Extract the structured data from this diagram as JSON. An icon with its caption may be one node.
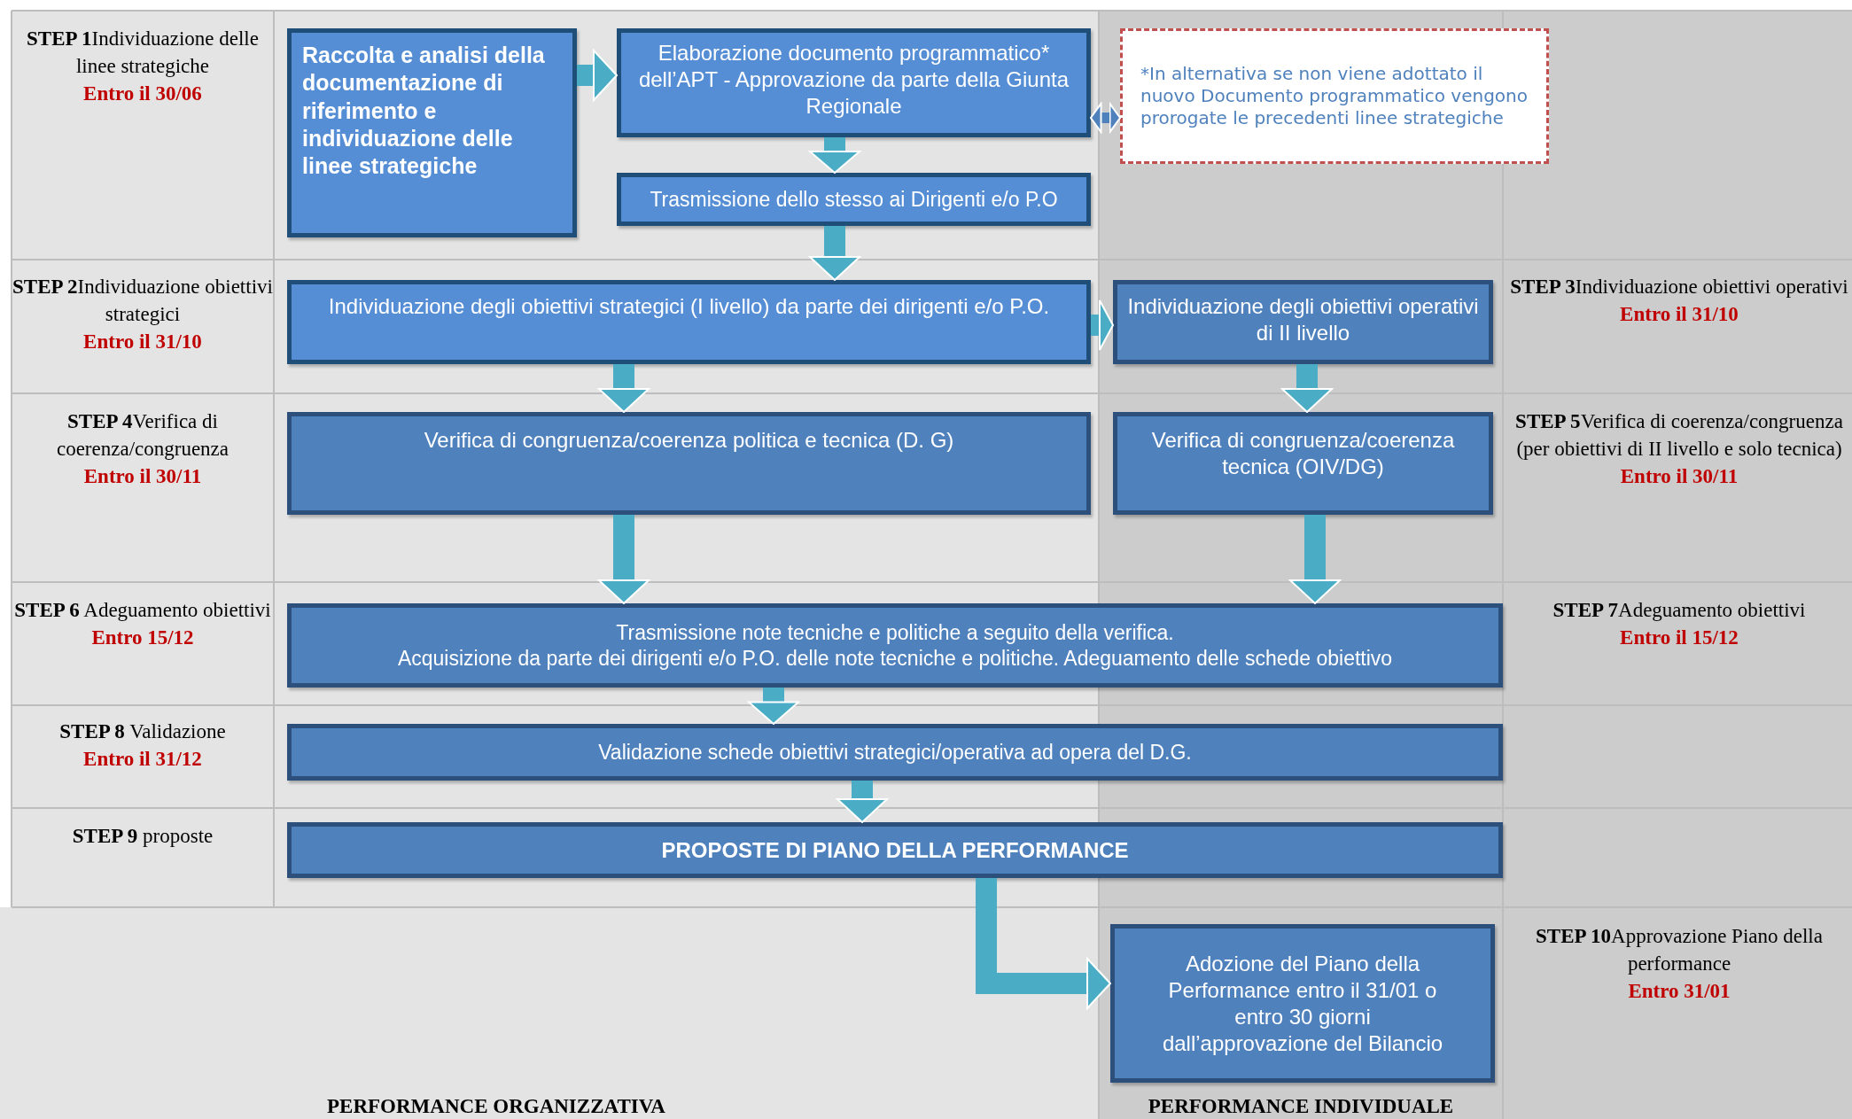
{
  "diagram": {
    "nodes": [
      {
        "text": [
          "Raccolta e analisi della documentazione di riferimento e individuazione delle linee strategiche"
        ]
      },
      {
        "text": [
          "Elaborazione documento programmatico* dell’APT - Approvazione da parte della Giunta Regionale"
        ]
      },
      {
        "text": [
          "*In alternativa se non viene adottato il nuovo Documento programmatico vengono prorogate le precedenti linee strategiche"
        ]
      },
      {
        "text": [
          "Trasmissione dello stesso ai Dirigenti e/o P.O"
        ]
      },
      {
        "text": [
          "Individuazione degli obiettivi strategici (I livello) da parte dei dirigenti e/o P.O."
        ]
      },
      {
        "text": [
          "Individuazione degli obiettivi operativi di II livello"
        ]
      },
      {
        "text": [
          "Verifica di congruenza/coerenza politica e tecnica (D. G)"
        ]
      },
      {
        "text": [
          "Verifica di congruenza/coerenza tecnica (OIV/DG)"
        ]
      },
      {
        "text": [
          "Trasmissione note tecniche e politiche a seguito della verifica.",
          "Acquisizione da parte dei dirigenti e/o P.O. delle note tecniche e politiche. Adeguamento delle schede obiettivo"
        ]
      },
      {
        "text": [
          "Validazione schede obiettivi strategici/operativa ad opera del D.G."
        ]
      },
      {
        "text": [
          "PROPOSTE DI PIANO DELLA PERFORMANCE"
        ]
      },
      {
        "text": [
          "Adozione del Piano della Performance entro il 31/01 o entro 30 giorni dall’approvazione del Bilancio"
        ]
      }
    ],
    "edges": [
      {
        "from": 0,
        "to": 1,
        "arrow": "to"
      },
      {
        "from": 1,
        "to": 2,
        "arrow": "both",
        "color": "#4f81bd"
      },
      {
        "from": 1,
        "to": 3,
        "arrow": "to"
      },
      {
        "from": 3,
        "to": 4,
        "arrow": "to"
      },
      {
        "from": 4,
        "to": 5,
        "arrow": "to"
      },
      {
        "from": 4,
        "to": 6,
        "arrow": "to"
      },
      {
        "from": 5,
        "to": 7,
        "arrow": "to"
      },
      {
        "from": 6,
        "to": 8,
        "arrow": "to"
      },
      {
        "from": 7,
        "to": 8,
        "arrow": "to"
      },
      {
        "from": 8,
        "to": 9,
        "arrow": "to"
      },
      {
        "from": 9,
        "to": 10,
        "arrow": "to"
      },
      {
        "from": 10,
        "to": 11,
        "arrow": "to"
      }
    ],
    "labels": [
      "**STEP 1**Individuazione delle linee strategiche",
      "Entro il 30/06",
      "**STEP 2**Individuazione obiettivi strategici",
      "Entro il 31/10",
      "**STEP 3**Individuazione obiettivi operativi",
      "Entro il 31/10",
      "**STEP 4**Verifica di coerenza/congruenza",
      "Entro il 30/11",
      "**STEP 5**Verifica di coerenza/congruenza (per obiettivi di II livello e solo tecnica)",
      "Entro il 30/11",
      "**STEP 6** Adeguamento obiettivi",
      "Entro 15/12",
      "**STEP 7**Adeguamento obiettivi",
      "Entro il 15/12",
      "**STEP 8** Validazione",
      "Entro il 31/12",
      "**STEP 9** proposte",
      "**STEP 10**Approvazione Piano della performance",
      "Entro 31/01",
      "PERFORMANCE ORGANIZZATIVA",
      "PERFORMANCE INDIVIDUALE"
    ]
  }
}
